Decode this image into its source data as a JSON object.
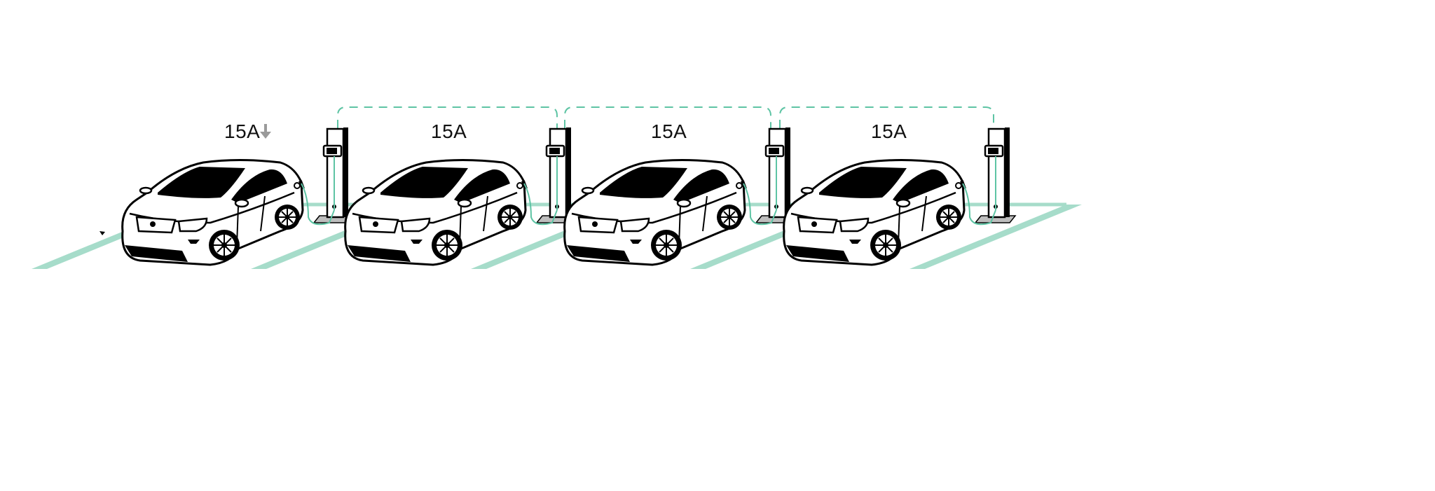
{
  "colors": {
    "accent": "#5ec4a4",
    "stripe": "#a6dcca",
    "ink": "#000000",
    "arrow": "#9a9a9a"
  },
  "stations": [
    {
      "current_label": "15A",
      "indicator": "arrow-down-icon"
    },
    {
      "current_label": "15A"
    },
    {
      "current_label": "15A"
    },
    {
      "current_label": "15A"
    }
  ]
}
